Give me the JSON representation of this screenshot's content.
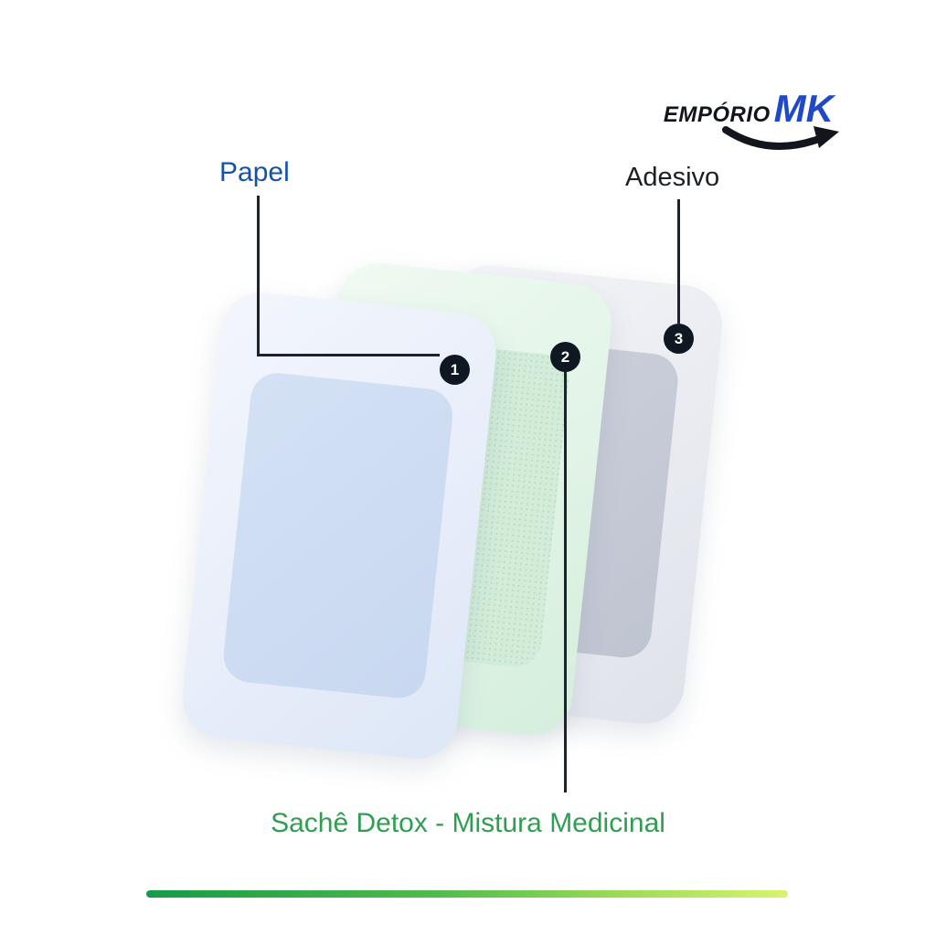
{
  "logo": {
    "emporio": "EMPÓRIO",
    "mk": "MK"
  },
  "labels": {
    "papel": "Papel",
    "adesivo": "Adesivo"
  },
  "caption": "Sachê Detox - Mistura Medicinal",
  "badges": [
    "1",
    "2",
    "3"
  ],
  "layers": [
    {
      "number": "1",
      "name": "Papel"
    },
    {
      "number": "2",
      "name": "Sachê Detox - Mistura Medicinal"
    },
    {
      "number": "3",
      "name": "Adesivo"
    }
  ],
  "colors": {
    "papel_label": "#1553a8",
    "adesivo_label": "#1c1f24",
    "caption_green": "#2f9e52",
    "logo_mk_blue": "#1f49c8",
    "badge_black": "#0e1722",
    "accent_bar_start": "#149c46",
    "accent_bar_end": "#d8f46e"
  }
}
